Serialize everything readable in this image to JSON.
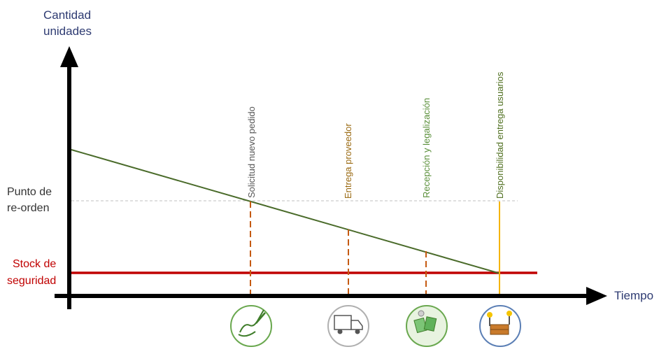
{
  "axes": {
    "y_label_line1": "Cantidad",
    "y_label_line2": "unidades",
    "x_label": "Tiempo"
  },
  "levels": {
    "reorder_line1": "Punto de",
    "reorder_line2": "re-orden",
    "safety_line1": "Stock de",
    "safety_line2": "seguridad"
  },
  "milestones": [
    {
      "label": "Solicitud nuevo pedido",
      "color": "#555555",
      "icon": "hand-writing-icon"
    },
    {
      "label": "Entrega proveedor",
      "color": "#9a6a12",
      "icon": "truck-icon"
    },
    {
      "label": "Recepción y legalización",
      "color": "#5a8f3a",
      "icon": "reception-documents-icon"
    },
    {
      "label": "Disponibilidad entrega usuarios",
      "color": "#4f6f1f",
      "icon": "warehouse-delivery-icon"
    }
  ],
  "colors": {
    "axis": "#000000",
    "axis_label": "#2e3b72",
    "stock_line": "#4a6b2a",
    "safety": "#c00000",
    "dashed_drop": "#c55a11",
    "availability_drop": "#f5b400",
    "reorder_guide": "#bfbfbf"
  }
}
